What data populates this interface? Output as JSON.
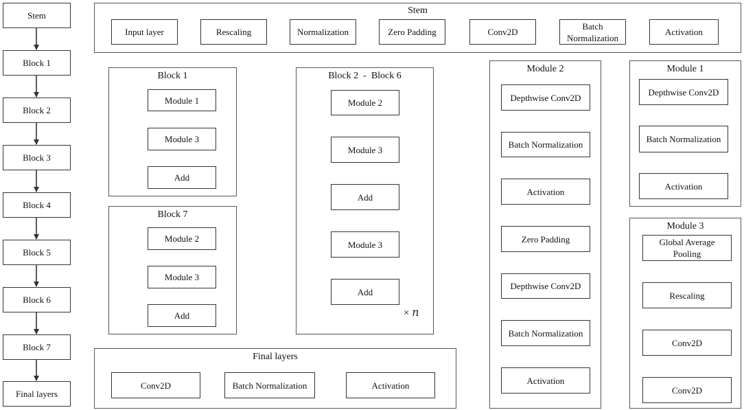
{
  "left_column": [
    "Stem",
    "Block 1",
    "Block 2",
    "Block 3",
    "Block 4",
    "Block 5",
    "Block 6",
    "Block 7",
    "Final layers"
  ],
  "stem": {
    "title": "Stem",
    "layers": [
      "Input layer",
      "Rescaling",
      "Normalization",
      "Zero Padding",
      "Conv2D",
      "Batch Normalization",
      "Activation"
    ]
  },
  "block1": {
    "title": "Block 1",
    "layers": [
      "Module 1",
      "Module 3",
      "Add"
    ]
  },
  "block7": {
    "title": "Block 7",
    "layers": [
      "Module 2",
      "Module 3",
      "Add"
    ]
  },
  "block2_6": {
    "title": "Block 2  -  Block 6",
    "layers": [
      "Module 2",
      "Module 3",
      "Add",
      "Module 3",
      "Add"
    ],
    "repeat_symbol": "×",
    "repeat_var": "n"
  },
  "module2": {
    "title": "Module 2",
    "layers": [
      "Depthwise Conv2D",
      "Batch Normalization",
      "Activation",
      "Zero Padding",
      "Depthwise Conv2D",
      "Batch Normalization",
      "Activation"
    ]
  },
  "module1": {
    "title": "Module 1",
    "layers": [
      "Depthwise Conv2D",
      "Batch Normalization",
      "Activation"
    ]
  },
  "module3": {
    "title": "Module 3",
    "layers": [
      "Global Average Pooling",
      "Rescaling",
      "Conv2D",
      "Conv2D"
    ]
  },
  "final_layers": {
    "title": "Final layers",
    "layers": [
      "Conv2D",
      "Batch Normalization",
      "Activation"
    ]
  },
  "colors": {
    "line": "#333333",
    "border": "#555555",
    "repeat_bracket": "#d42020"
  }
}
